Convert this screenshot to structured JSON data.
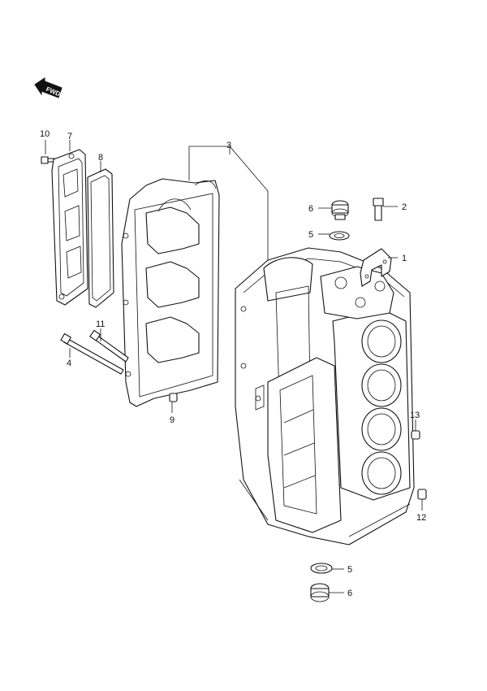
{
  "fwd_label": "FWD",
  "callouts": {
    "c1": "1",
    "c2": "2",
    "c3": "3",
    "c4": "4",
    "c5a": "5",
    "c5b": "5",
    "c6a": "6",
    "c6b": "6",
    "c7": "7",
    "c8": "8",
    "c9": "9",
    "c10": "10",
    "c11": "11",
    "c12": "12",
    "c13": "13"
  }
}
